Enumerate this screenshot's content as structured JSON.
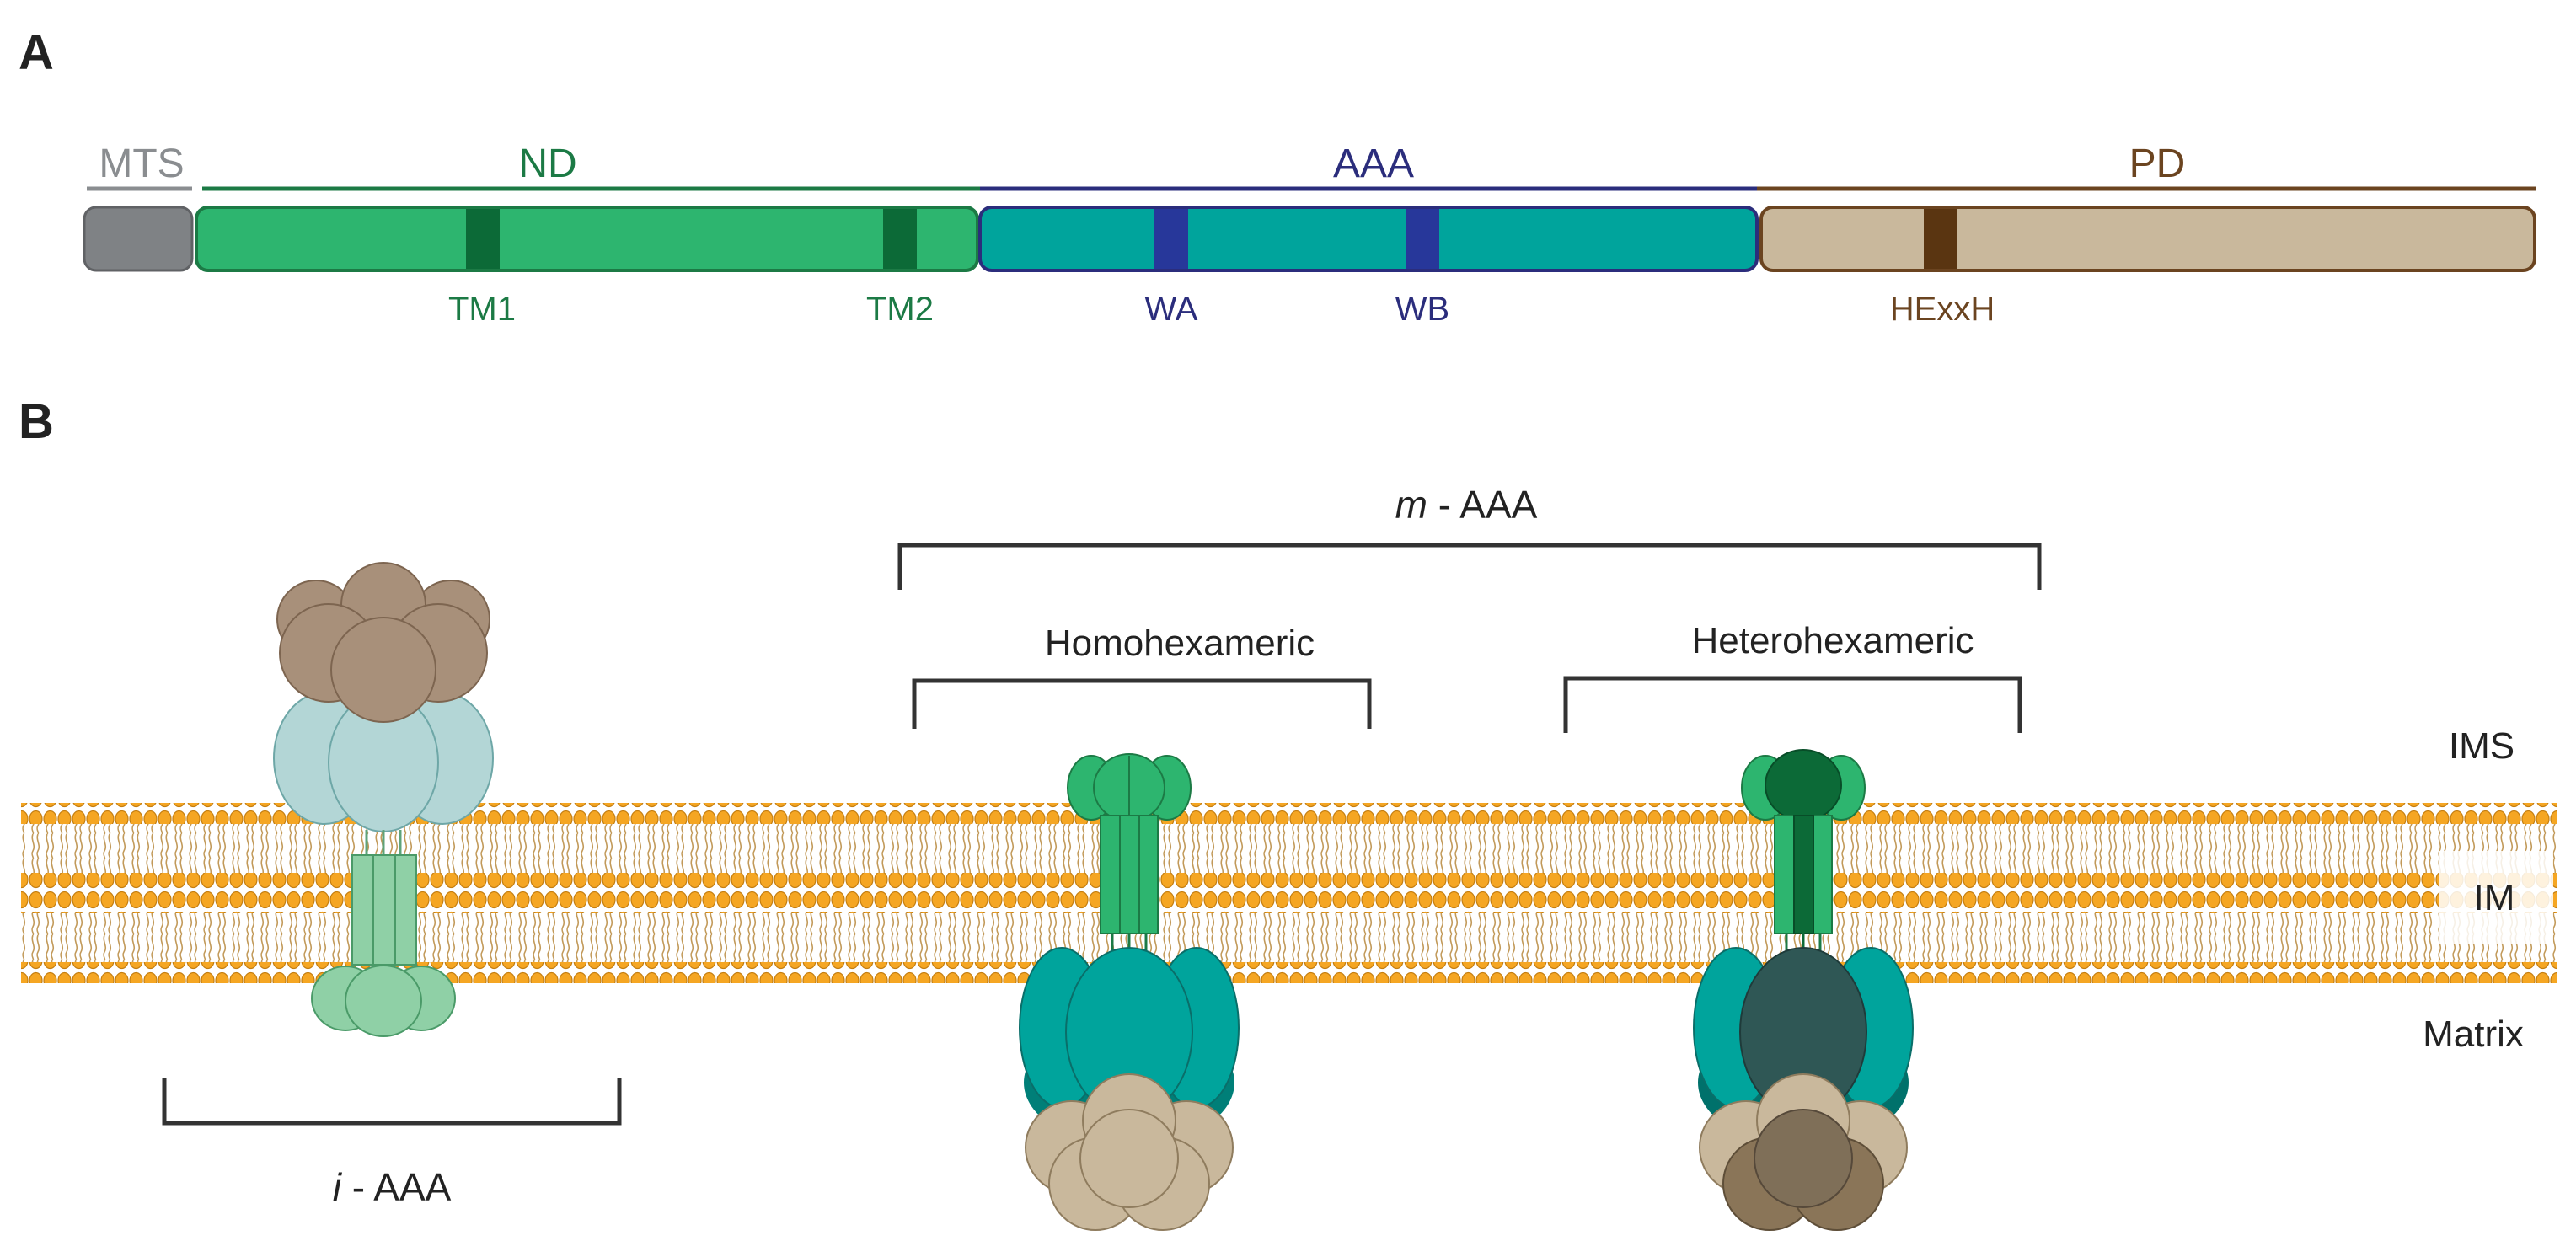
{
  "panel_a": {
    "letter": "A",
    "domains": {
      "mts": {
        "label": "MTS",
        "color": "#8a8d90",
        "fill": "#7f8285"
      },
      "nd": {
        "label": "ND",
        "color": "#1c7a45",
        "fill": "#2db56f",
        "motif_fill": "#0c6a37"
      },
      "aaa": {
        "label": "AAA",
        "color": "#2b2d7c",
        "fill": "#00a49c",
        "motif_fill": "#27379a"
      },
      "pd": {
        "label": "PD",
        "color": "#6b4420",
        "fill": "#c9b89c",
        "motif_fill": "#5a3511"
      }
    },
    "motifs": {
      "tm1": "TM1",
      "tm2": "TM2",
      "wa": "WA",
      "wb": "WB",
      "hexxh": "HExxH"
    }
  },
  "panel_b": {
    "letter": "B",
    "m_aaa": {
      "italic": "m",
      "rest": " - AAA"
    },
    "i_aaa": {
      "italic": "i",
      "rest": " - AAA"
    },
    "homohexameric": "Homohexameric",
    "heterohexameric": "Heterohexameric",
    "compartments": {
      "ims": "IMS",
      "im": "IM",
      "matrix": "Matrix"
    },
    "colors": {
      "lipid_head": "#f5a623",
      "lipid_tail": "#c9a060",
      "i_aaa_pd": "#a8907a",
      "i_aaa_aaa": "#b3d6d6",
      "i_aaa_tm": "#8fd0a6",
      "m_aaa_nd": "#2db56f",
      "m_aaa_dark_nd": "#0c6a37",
      "m_aaa_aaa": "#00a49c",
      "m_aaa_dark_aaa": "#2f5755",
      "m_aaa_pd": "#c9b89c",
      "m_aaa_dark_pd": "#7f6f58"
    }
  }
}
